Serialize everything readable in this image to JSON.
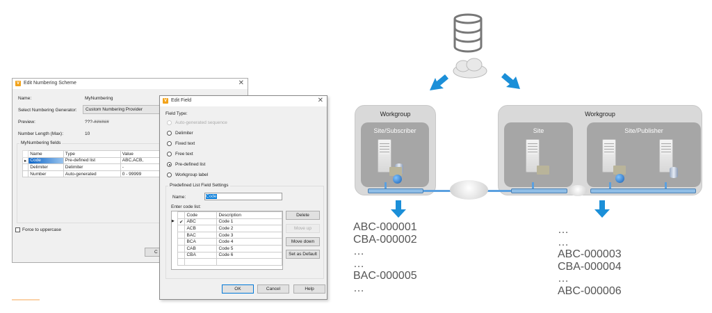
{
  "numbering_dialog": {
    "title": "Edit Numbering Scheme",
    "name_label": "Name:",
    "name_value": "MyNumbering",
    "generator_label": "Select Numbering Generator:",
    "generator_value": "Custom Numbering Provider",
    "preview_label": "Preview:",
    "preview_value": "???-######",
    "length_label": "Number Length (Max):",
    "length_value": "10",
    "fields_group": "MyNumbering fields",
    "columns": [
      "Name",
      "Type",
      "Value"
    ],
    "rows": [
      [
        "Code",
        "Pre-defined list",
        "ABC,ACB,"
      ],
      [
        "Delimiter",
        "Delimiter",
        "-"
      ],
      [
        "Number",
        "Auto-generated",
        "0 - 99999"
      ]
    ],
    "uppercase_label": "Force to uppercase",
    "partial_button": "C"
  },
  "field_dialog": {
    "title": "Edit Field",
    "field_type_label": "Field Type:",
    "options": [
      "Auto-generated sequence",
      "Delimiter",
      "Fixed text",
      "Free text",
      "Pre-defined list",
      "Workgroup label"
    ],
    "selected": "Pre-defined list",
    "settings_group": "Predefined List Field Settings",
    "name_label": "Name:",
    "name_value": "Code",
    "code_list_label": "Enter code list:",
    "columns": [
      "Code",
      "Description"
    ],
    "rows": [
      [
        "ABC",
        "Code 1"
      ],
      [
        "ACB",
        "Code 2"
      ],
      [
        "BAC",
        "Code 3"
      ],
      [
        "BCA",
        "Code 4"
      ],
      [
        "CAB",
        "Code 5"
      ],
      [
        "CBA",
        "Code 6"
      ]
    ],
    "side_buttons": [
      "Delete",
      "Move up",
      "Move down",
      "Set as Default"
    ],
    "ok": "OK",
    "cancel": "Cancel",
    "help": "Help"
  },
  "diagram": {
    "left": {
      "workgroup": "Workgroup",
      "site": "Site/Subscriber"
    },
    "right": {
      "workgroup": "Workgroup",
      "site1": "Site",
      "site2": "Site/Publisher"
    },
    "left_numbers": "ABC-000001\nCBA-000002\n…\n…\nBAC-000005\n…",
    "right_numbers": "…\n…\nABC-000003\nCBA-000004\n…\nABC-000006",
    "arrow_color": "#1b8fd8"
  }
}
